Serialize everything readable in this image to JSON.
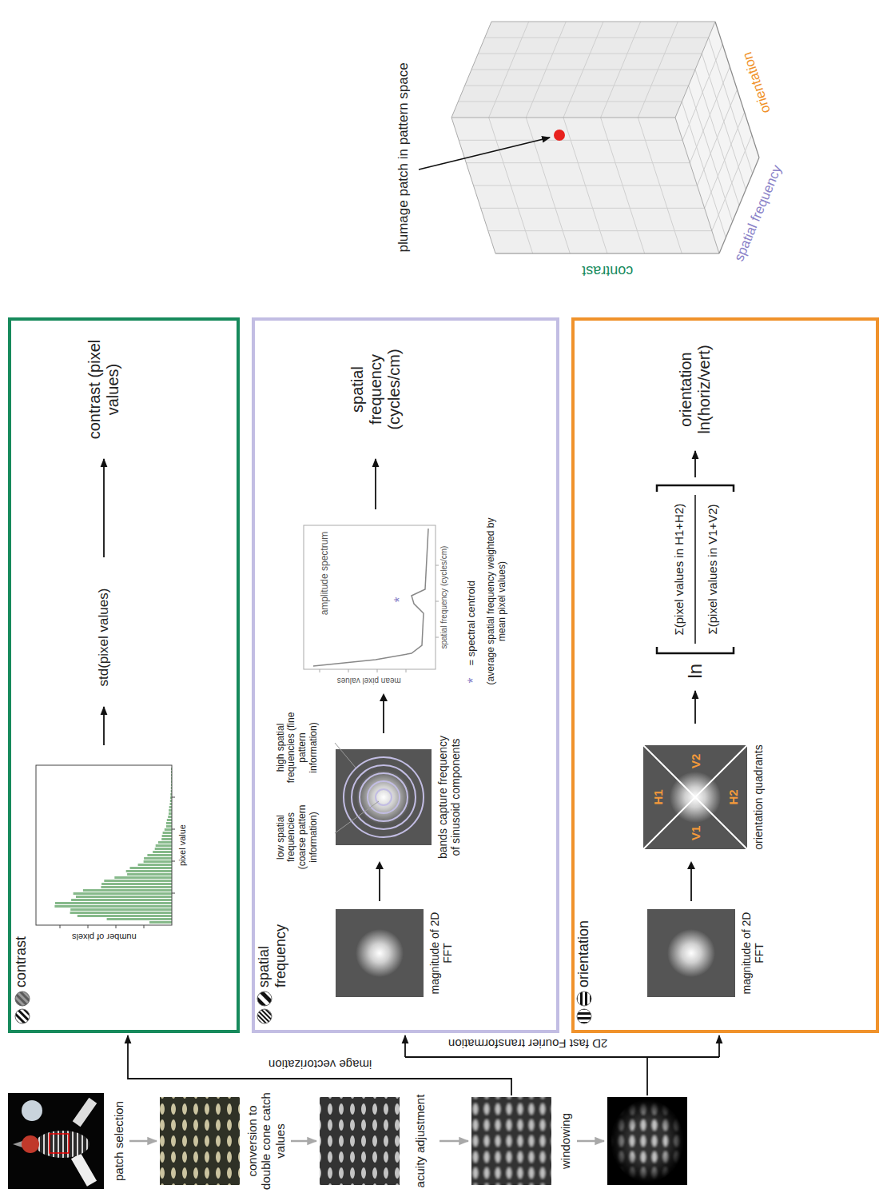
{
  "diagram": {
    "nodes": [
      {
        "text": [
          "contrast"
        ]
      },
      {
        "text": [
          "spatial frequency"
        ]
      },
      {
        "text": [
          "magnitude of 2D FFT"
        ],
        "in": 1
      },
      {
        "text": [
          "bands capture frequency of sinusoid components"
        ],
        "in": 1
      },
      {
        "text": [
          "amplitude spectrum"
        ],
        "in": 1
      },
      {
        "text": [
          "orientation"
        ]
      },
      {
        "text": [
          "magnitude of 2D FFT"
        ],
        "in": 5
      },
      {
        "text": [
          "H1",
          "V1",
          "V2",
          "H2",
          "orientation quadrants"
        ],
        "in": 5
      }
    ],
    "edges": [
      {
        "from": 2,
        "to": 3,
        "arrow": "to"
      },
      {
        "from": 3,
        "to": 4,
        "arrow": "to"
      },
      {
        "from": 6,
        "to": 7,
        "arrow": "to"
      }
    ],
    "labels": [
      "patch selection",
      "conversion to double cone catch values",
      "acuity adjustment",
      "windowing",
      "image vectorization",
      "2D fast Fourier transformation",
      "number of pixels",
      "pixel value",
      "std(pixel values)",
      "contrast (pixel values)",
      "low spatial frequencies (coarse pattern information)",
      "high spatial frequencies (fine pattern information)",
      "mean pixel values",
      "spatial frequency (cycles/cm)",
      "*",
      "*",
      "= spectral centroid",
      "(average spatial frequency weighted by mean pixel values)",
      "spatial frequency (cycles/cm)",
      "ln",
      "Σ(pixel values in H1+H2)",
      "Σ(pixel values in V1+V2)",
      "orientation ln(horiz/vert)",
      "plumage patch in pattern space",
      "contrast",
      "spatial frequency",
      "orientation"
    ]
  }
}
